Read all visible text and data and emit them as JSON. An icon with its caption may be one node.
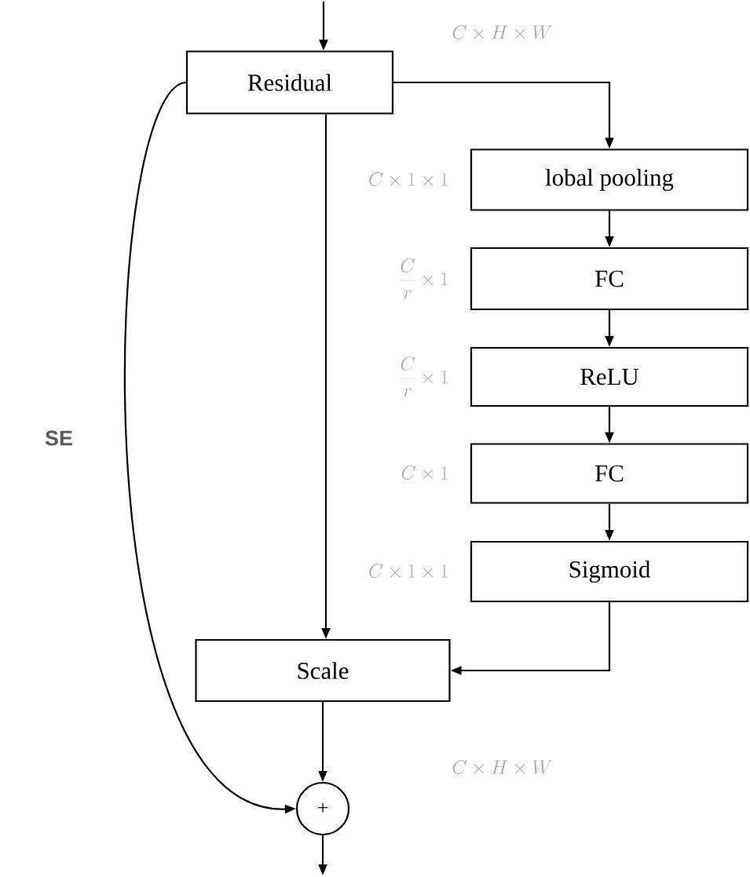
{
  "diagram": {
    "nodes": [
      {
        "text": [
          "Residual"
        ]
      },
      {
        "text": [
          "lobal pooling"
        ]
      },
      {
        "text": [
          "FC"
        ]
      },
      {
        "text": [
          "ReLU"
        ]
      },
      {
        "text": [
          "FC"
        ]
      },
      {
        "text": [
          "Sigmoid"
        ]
      },
      {
        "text": [
          "Scale"
        ]
      },
      {
        "text": [
          "+"
        ]
      }
    ],
    "edges": [
      {
        "from": null,
        "to": 0,
        "arrow": "to"
      },
      {
        "from": 0,
        "to": 1,
        "arrow": "to"
      },
      {
        "from": 0,
        "to": 6,
        "arrow": "to"
      },
      {
        "from": 1,
        "to": 2,
        "arrow": "to"
      },
      {
        "from": 2,
        "to": 3,
        "arrow": "to"
      },
      {
        "from": 3,
        "to": 4,
        "arrow": "to"
      },
      {
        "from": 4,
        "to": 5,
        "arrow": "to"
      },
      {
        "from": 5,
        "to": 6,
        "arrow": "to"
      },
      {
        "from": 6,
        "to": 7,
        "arrow": "to"
      },
      {
        "from": 0,
        "to": 7,
        "arrow": "to"
      },
      {
        "from": 7,
        "to": null,
        "arrow": "to"
      }
    ],
    "labels": [
      "SE",
      "C\\times H\\times W",
      "C\\times 1\\times 1",
      "\\frac{C}{r}\\times 1",
      "\\frac{C}{r}\\times 1",
      "C\\times 1",
      "C\\times 1\\times 1",
      "C\\times H\\times W"
    ]
  }
}
